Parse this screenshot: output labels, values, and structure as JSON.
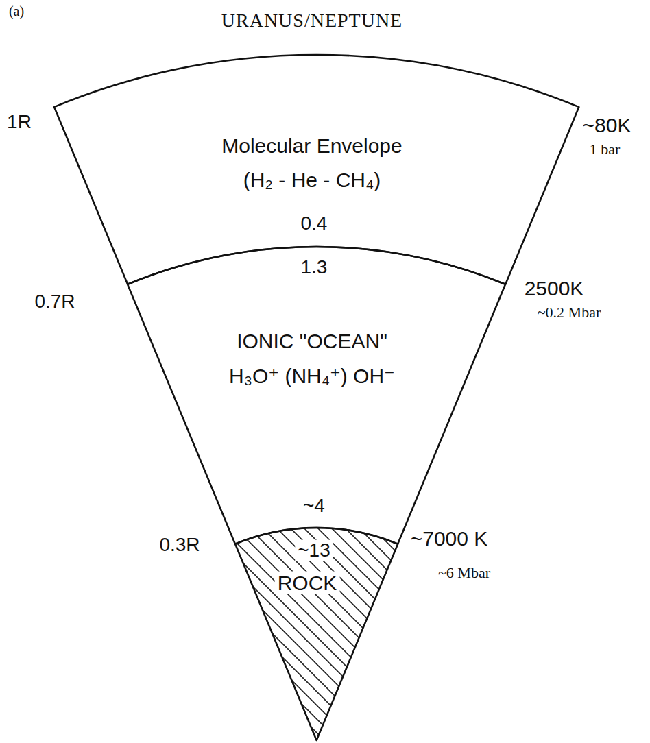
{
  "diagram": {
    "title": "URANUS/NEPTUNE",
    "nodes": [
      {
        "text": [
          "Molecular Envelope",
          "(H₂ - He - CH₄)",
          "0.4"
        ]
      },
      {
        "text": [
          "1.3",
          "IONIC \"OCEAN\"",
          "H₃O⁺ (NH₄⁺) OH⁻",
          "~4"
        ]
      },
      {
        "text": [
          "~13",
          "ROCK"
        ]
      }
    ],
    "labels": [
      "(a)",
      "1R",
      "~80K",
      "1 bar",
      "0.7R",
      "2500K",
      "~0.2 Mbar",
      "0.3R",
      "~7000 K",
      "~6 Mbar"
    ]
  }
}
